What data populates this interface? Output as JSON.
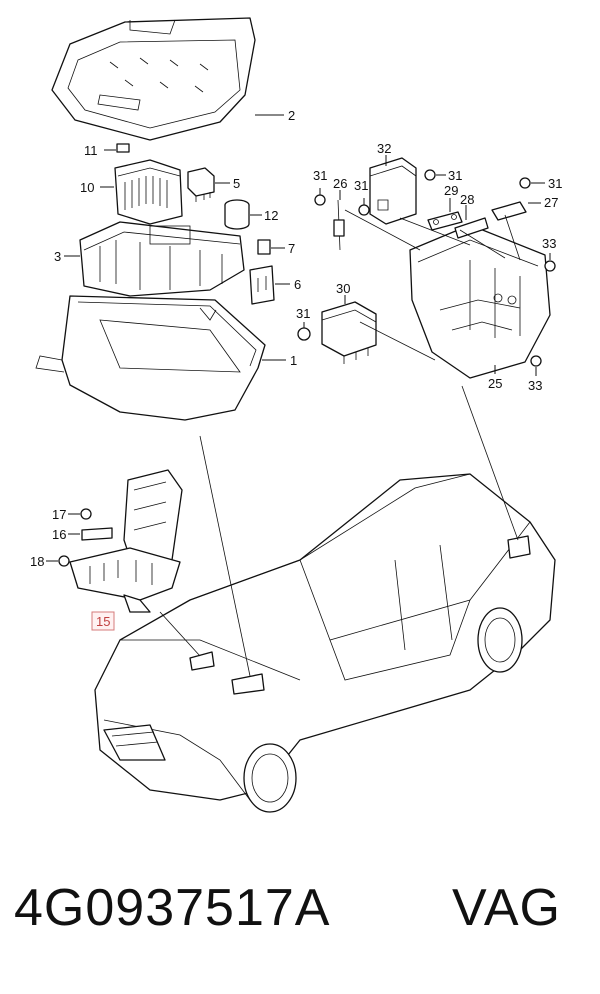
{
  "diagram": {
    "callouts": {
      "c1": "1",
      "c2": "2",
      "c3": "3",
      "c5": "5",
      "c6": "6",
      "c7": "7",
      "c10": "10",
      "c11": "11",
      "c12": "12",
      "c15": "15",
      "c16": "16",
      "c17": "17",
      "c18": "18",
      "c25": "25",
      "c26": "26",
      "c27": "27",
      "c28": "28",
      "c29": "29",
      "c30": "30",
      "c31a": "31",
      "c31b": "31",
      "c31c": "31",
      "c31d": "31",
      "c31e": "31",
      "c32": "32",
      "c33a": "33",
      "c33b": "33"
    },
    "highlighted_part": "15"
  },
  "footer": {
    "part_number": "4G0937517A",
    "brand": "VAG"
  }
}
